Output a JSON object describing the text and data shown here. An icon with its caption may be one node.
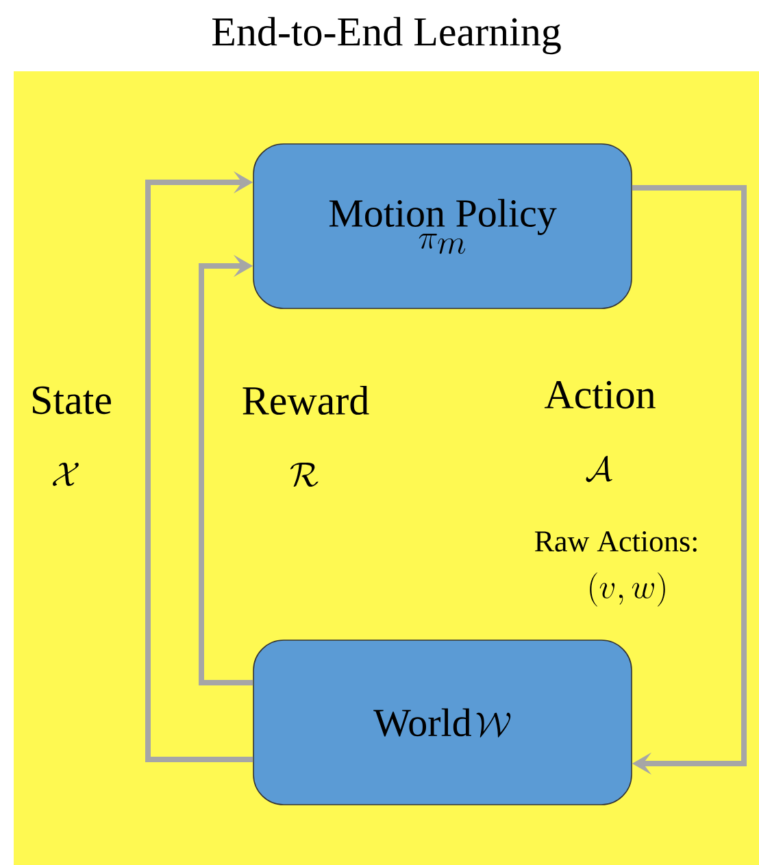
{
  "diagram": {
    "title": "End-to-End Learning",
    "nodes": [
      {
        "text": [
          "Motion Policy",
          "\\pi_m"
        ]
      },
      {
        "text": [
          "World",
          "\\mathcal{W}"
        ]
      }
    ],
    "edges": [
      {
        "from": 1,
        "to": 0,
        "arrow": "to"
      },
      {
        "from": 1,
        "to": 0,
        "arrow": "to"
      },
      {
        "from": 0,
        "to": 1,
        "arrow": "to"
      }
    ],
    "labels": [
      "State",
      "\\mathcal{X}",
      "Reward",
      "\\mathcal{R}",
      "Action",
      "\\mathcal{A}",
      "Raw Actions:",
      "(v, w)"
    ]
  }
}
